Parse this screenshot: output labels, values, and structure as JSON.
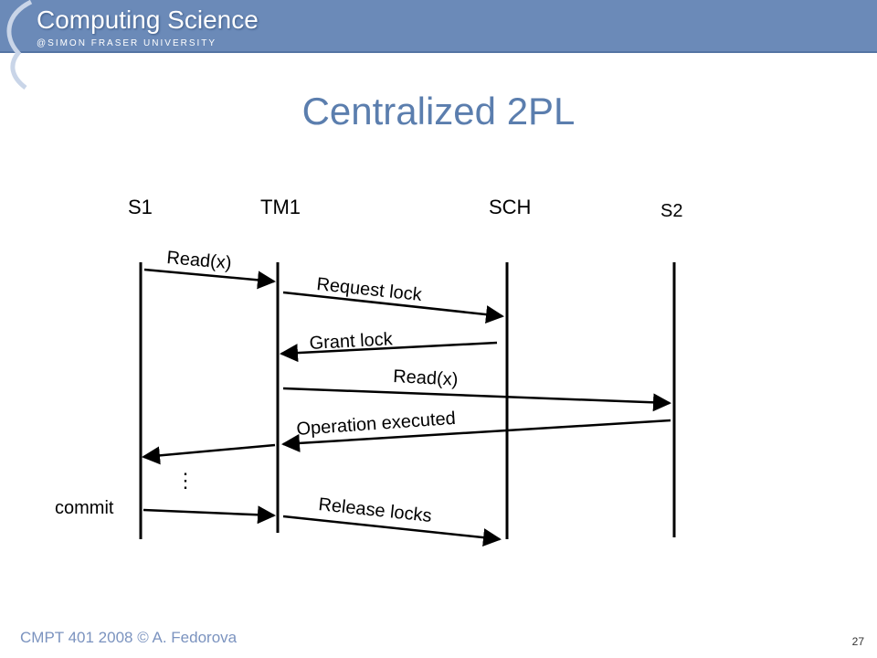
{
  "brand": {
    "title": "Computing Science",
    "subtitle": "@SIMON FRASER UNIVERSITY"
  },
  "slide": {
    "title": "Centralized 2PL"
  },
  "diagram": {
    "participants": [
      "S1",
      "TM1",
      "SCH",
      "S2"
    ],
    "messages": [
      {
        "label": "Read(x)",
        "from": "S1",
        "to": "TM1"
      },
      {
        "label": "Request lock",
        "from": "TM1",
        "to": "SCH"
      },
      {
        "label": "Grant lock",
        "from": "SCH",
        "to": "TM1"
      },
      {
        "label": "Read(x)",
        "from": "TM1",
        "to": "S2"
      },
      {
        "label": "Operation executed",
        "from": "S2",
        "to": "TM1"
      },
      {
        "label": "",
        "from": "TM1",
        "to": "S1"
      },
      {
        "label": "",
        "from": "S1",
        "to": "TM1"
      },
      {
        "label": "Release locks",
        "from": "TM1",
        "to": "SCH"
      }
    ],
    "ellipsis": "⋮",
    "commit_label": "commit"
  },
  "footer": {
    "course": "CMPT 401 2008 © A. Fedorova",
    "page_number": "27"
  }
}
